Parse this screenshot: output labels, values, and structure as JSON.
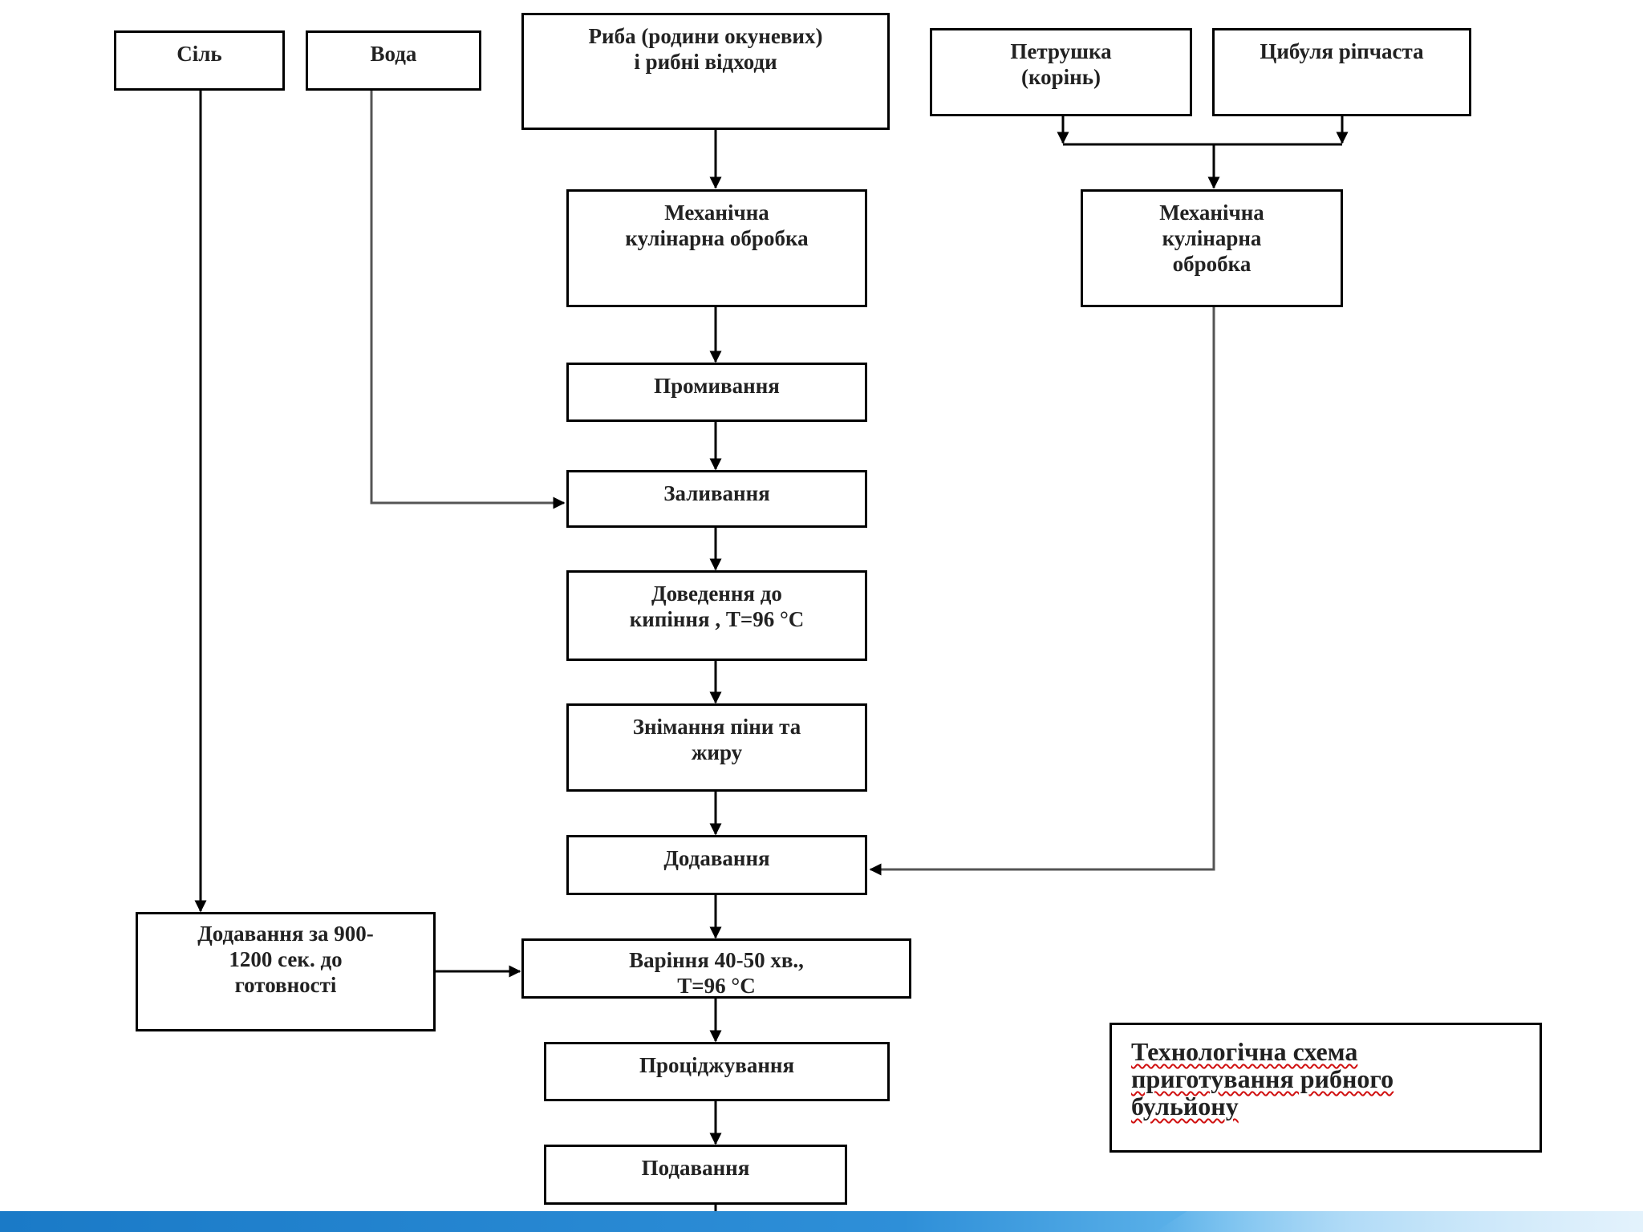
{
  "nodes": {
    "sil": "Сіль",
    "voda": "Вода",
    "ryba": "Риба (родини окуневих)\nі рибні відходи",
    "petrushka": "Петрушка\n(корінь)",
    "tsybulia": "Цибуля ріпчаста",
    "mekh_1": "Механічна\nкулінарна обробка",
    "mekh_2": "Механічна\nкулінарна\nобробка",
    "promyvannia": "Промивання",
    "zalyvannia": "Заливання",
    "dovedennia": "Доведення до\nкипіння , Т=96 °С",
    "znimannia": "Знімання піни та\nжиру",
    "dodavannia": "Додавання",
    "dodavannia_za": "Додавання за 900-\n1200 сек. до\nготовності",
    "varinnia": "Варіння 40-50 хв.,\nТ=96 °С",
    "protsidzhuvannia": "Проціджування",
    "podavannia": "Подавання"
  },
  "note": "Технологічна схема\nприготування рибного\nбульйону",
  "colors": {
    "line": "#000000",
    "band_blue": "#1a7ac7",
    "underline": "#d01010"
  }
}
